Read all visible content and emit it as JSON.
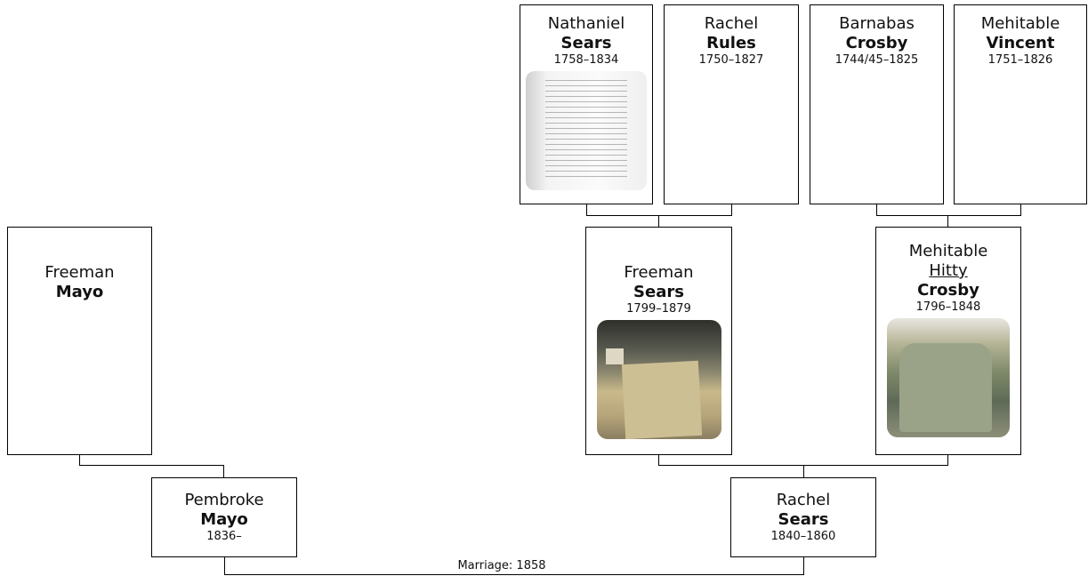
{
  "people": {
    "nathaniel_sears": {
      "given": "Nathaniel",
      "surname": "Sears",
      "dates": "1758–1834",
      "photo": "document page"
    },
    "rachel_rules": {
      "given": "Rachel",
      "surname": "Rules",
      "dates": "1750–1827"
    },
    "barnabas_crosby": {
      "given": "Barnabas",
      "surname": "Crosby",
      "dates": "1744/45–1825"
    },
    "mehitable_vincent": {
      "given": "Mehitable",
      "surname": "Vincent",
      "dates": "1751–1826"
    },
    "freeman_mayo": {
      "given": "Freeman",
      "surname": "Mayo"
    },
    "freeman_sears": {
      "given": "Freeman",
      "surname": "Sears",
      "dates": "1799–1879",
      "photo": "gravestone"
    },
    "mehitable_crosby": {
      "given": "Mehitable",
      "nickname": "Hitty",
      "surname": "Crosby",
      "dates": "1796–1848",
      "photo": "gravestone"
    },
    "pembroke_mayo": {
      "given": "Pembroke",
      "surname": "Mayo",
      "dates": "1836–"
    },
    "rachel_sears": {
      "given": "Rachel",
      "surname": "Sears",
      "dates": "1840–1860"
    }
  },
  "marriage": {
    "label": "Marriage: 1858"
  }
}
